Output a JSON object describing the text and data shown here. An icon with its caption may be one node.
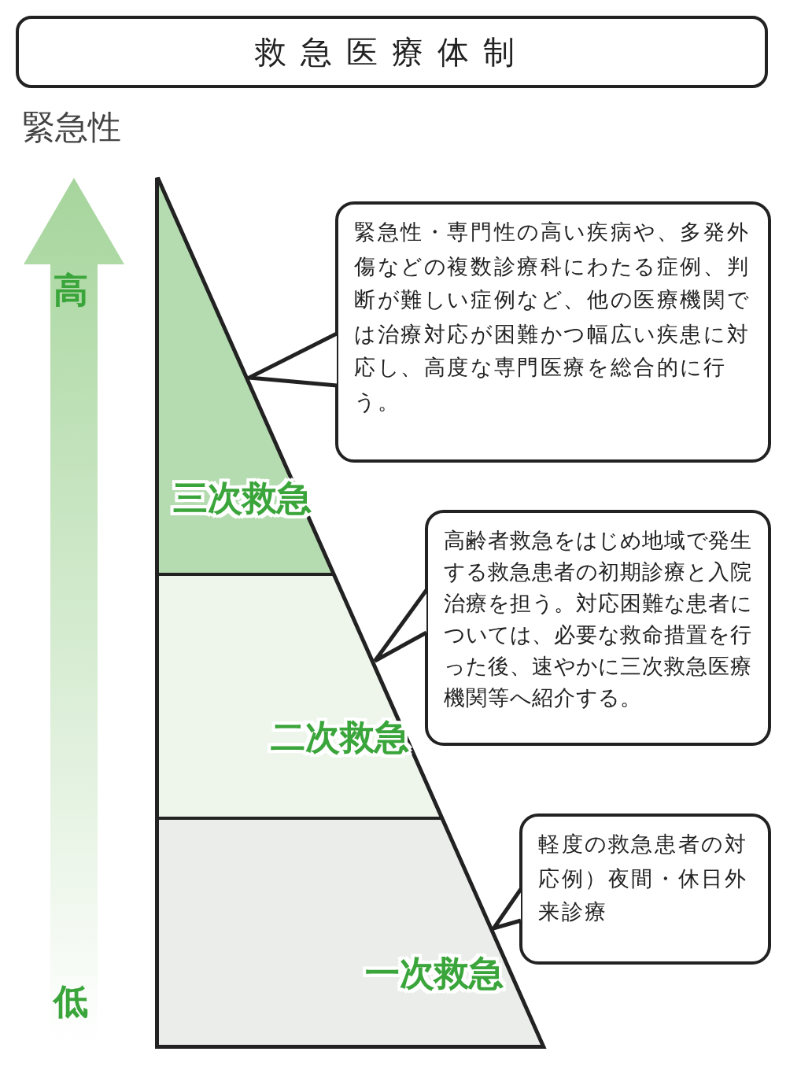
{
  "diagram": {
    "title": "救急医療体制",
    "nodes": [
      {
        "text": [
          "三次救急"
        ]
      },
      {
        "text": [
          "二次救急"
        ]
      },
      {
        "text": [
          "一次救急"
        ]
      },
      {
        "text": [
          "緊急性・専門性の高い疾病や、多発外傷などの複数診療科にわたる症例、判断が難しい症例など、他の医療機関では治療対応が困難かつ幅広い疾患に対応し、高度な専門医療を総合的に行う。"
        ]
      },
      {
        "text": [
          "高齢者救急をはじめ地域で発生する救急患者の初期診療と入院治療を担う。対応困難な患者については、必要な救命措置を行った後、速やかに三次救急医療機関等へ紹介する。"
        ]
      },
      {
        "text": [
          "軽度の救急患者の対応例）夜間・休日外来診療"
        ]
      }
    ],
    "edges": [
      {
        "from": 3,
        "to": 0,
        "arrow": "to"
      },
      {
        "from": 4,
        "to": 1,
        "arrow": "to"
      },
      {
        "from": 5,
        "to": 2,
        "arrow": "to"
      }
    ],
    "labels": [
      "緊急性",
      "高",
      "低"
    ]
  }
}
